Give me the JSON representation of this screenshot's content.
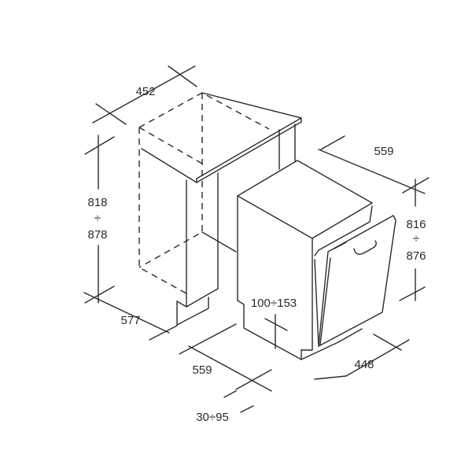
{
  "dimensions": {
    "niche_width": "452",
    "niche_height_min": "818",
    "niche_height_sep": "÷",
    "niche_height_max": "878",
    "niche_depth": "577",
    "appliance_depth_bottom": "559",
    "plinth_gap": "30÷95",
    "appliance_depth_top": "559",
    "appliance_height_min": "816",
    "appliance_height_sep": "÷",
    "appliance_height_max": "876",
    "appliance_width": "448",
    "plinth_height": "100÷153"
  }
}
